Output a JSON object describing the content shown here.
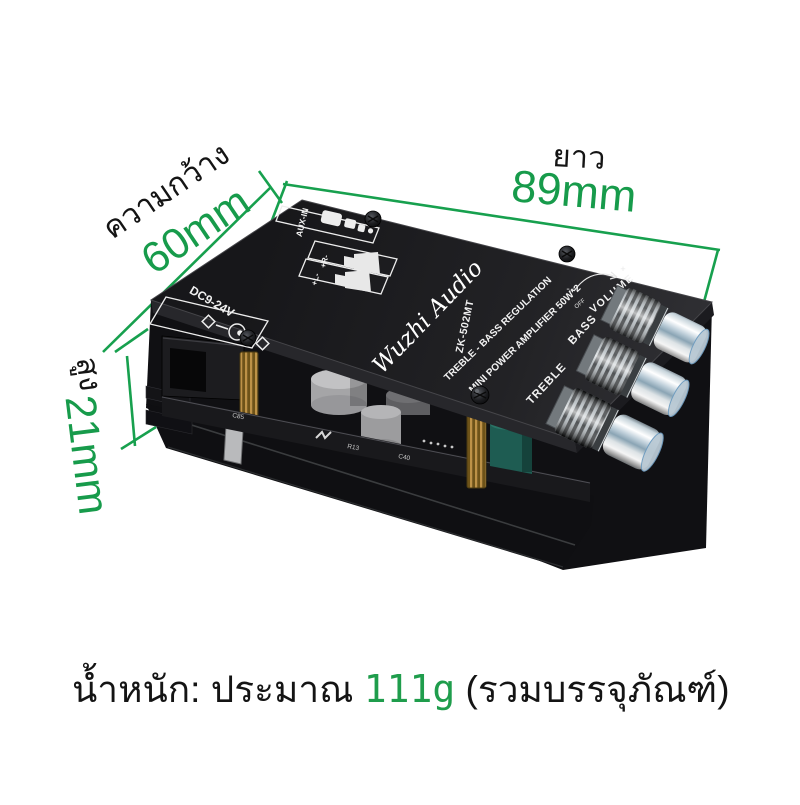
{
  "page": {
    "background": "#ffffff"
  },
  "colors": {
    "accent_green": "#179b4b",
    "text_black": "#141414",
    "plate_black": "#1b1b1e",
    "silkscreen_white": "#f2f2f2"
  },
  "dimensions": {
    "width": {
      "label": "ความกว้าง",
      "value": "60mm"
    },
    "length": {
      "label": "ยาว",
      "value": "89mm"
    },
    "height": {
      "label": "สูง",
      "value": "21mm"
    }
  },
  "caption": {
    "prefix": "น้ำหนัก: ประมาณ",
    "weight": "111g",
    "suffix": "(รวมบรรจุภัณฑ์)"
  },
  "board": {
    "brand": "Wuzhi Audio",
    "model": "ZK-502MT",
    "line1": "TREBLE - BASS REGULATION",
    "line2": "MINI POWER AMPLIFIER 50W*2",
    "ports": {
      "aux": "AUX-IN",
      "right": "+R-",
      "left": "+L-",
      "power": "DC9-24V"
    },
    "knobs": {
      "volume": "VOLUME",
      "off": "OFF",
      "bass": "BASS",
      "treble": "TREBLE",
      "plus": "+",
      "minus": "-"
    },
    "pcb_marks": [
      "C85",
      "R13",
      "C40"
    ]
  }
}
